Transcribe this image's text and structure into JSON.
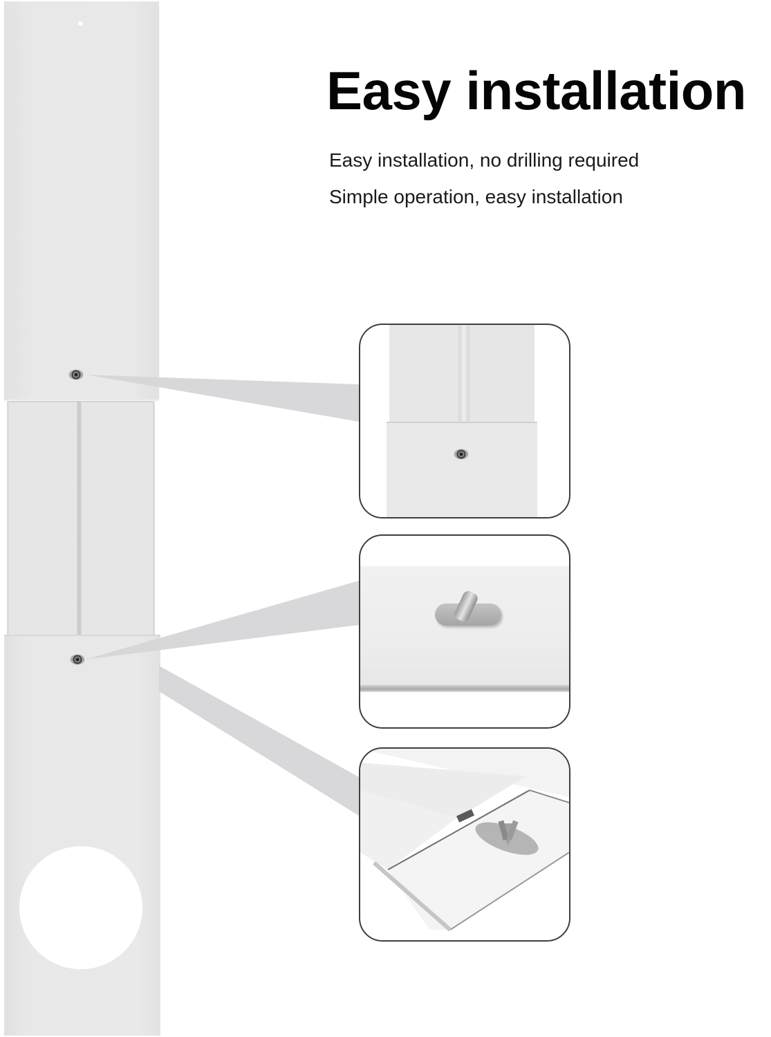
{
  "header": {
    "title": "Easy installation",
    "features": [
      "Easy installation, no drilling required",
      "Simple operation, easy installation"
    ]
  },
  "product": {
    "name": "window slide kit panel",
    "segments": [
      "top-panel",
      "middle-extension",
      "bottom-panel-with-hose-hole"
    ],
    "colors": {
      "panel": "#e8e8e8",
      "seam": "#cfcfcf",
      "hose_hole": "#ffffff",
      "beam": "#d6d6d8",
      "detail_border": "#3e3e3e",
      "title_text": "#050505"
    }
  },
  "callouts": [
    {
      "id": "detail-1",
      "depicts": "panel joint with locking screw"
    },
    {
      "id": "detail-2",
      "depicts": "wing nut on plate"
    },
    {
      "id": "detail-3",
      "depicts": "rail groove with wing nut fastener"
    }
  ]
}
